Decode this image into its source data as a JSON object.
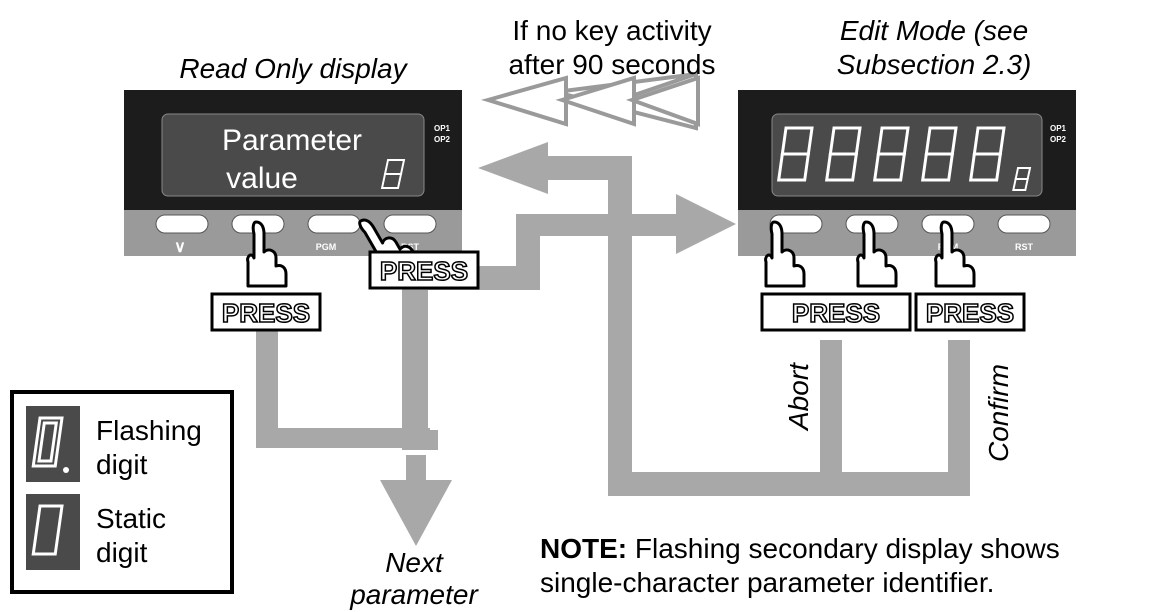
{
  "labels": {
    "read_only": "Read Only display",
    "timeout_line1": "If no key activity",
    "timeout_line2": "after 90 seconds",
    "edit_line1": "Edit Mode (see",
    "edit_line2": "Subsection 2.3)",
    "param_line1": "Parameter",
    "param_line2": "value",
    "op1": "OP1",
    "op2": "OP2",
    "abort": "Abort",
    "confirm": "Confirm",
    "next_line1": "Next",
    "next_line2": "parameter",
    "note_bold": "NOTE:",
    "note_rest": " Flashing secondary display shows",
    "note_line2": "single-character parameter identifier.",
    "legend_flashing_1": "Flashing",
    "legend_flashing_2": "digit",
    "legend_static_1": "Static",
    "legend_static_2": "digit",
    "press": "PRESS"
  },
  "left_keys": {
    "k1": "∨",
    "k3": "PGM",
    "k4": "RST"
  },
  "right_keys": {
    "k3": "PGM",
    "k4": "RST"
  },
  "colors": {
    "panel": "#1c1c1c",
    "screen": "#4a4a4a",
    "keypad": "#9a9a9a",
    "arrow": "#a8a8a8",
    "segment": "#ffffff"
  }
}
